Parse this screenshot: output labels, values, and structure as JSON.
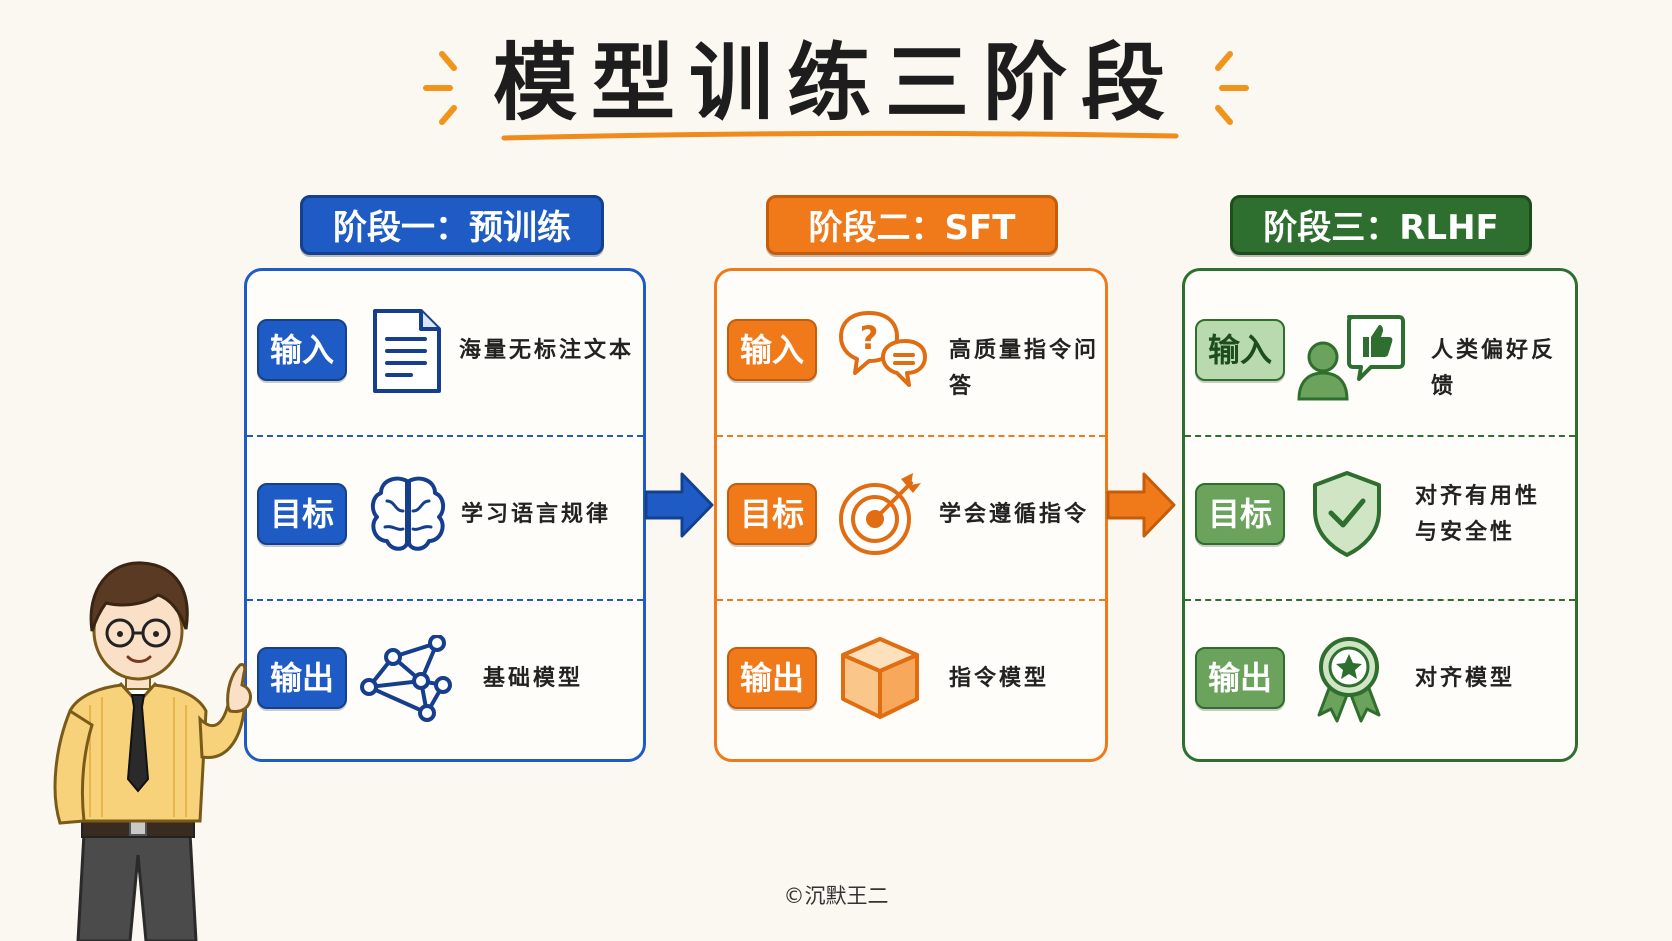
{
  "title": "模型训练三阶段",
  "stages": [
    {
      "header": "阶段一：预训练",
      "color": "#1f5bc4",
      "rows": [
        {
          "badge": "输入",
          "icon": "document-icon",
          "text": "海量无标注文本"
        },
        {
          "badge": "目标",
          "icon": "brain-icon",
          "text": "学习语言规律"
        },
        {
          "badge": "输出",
          "icon": "network-icon",
          "text": "基础模型"
        }
      ]
    },
    {
      "header": "阶段二：SFT",
      "color": "#f07a1a",
      "rows": [
        {
          "badge": "输入",
          "icon": "chat-question-icon",
          "text": "高质量指令问答"
        },
        {
          "badge": "目标",
          "icon": "target-icon",
          "text": "学会遵循指令"
        },
        {
          "badge": "输出",
          "icon": "cube-icon",
          "text": "指令模型"
        }
      ]
    },
    {
      "header": "阶段三：RLHF",
      "color": "#2e6e2e",
      "rows": [
        {
          "badge": "输入",
          "icon": "user-thumbs-up-icon",
          "text": "人类偏好反馈"
        },
        {
          "badge": "目标",
          "icon": "shield-check-icon",
          "text_line1": "对齐有用性",
          "text_line2": "与安全性"
        },
        {
          "badge": "输出",
          "icon": "award-medal-icon",
          "text": "对齐模型"
        }
      ]
    }
  ],
  "credit": "©沉默王二"
}
